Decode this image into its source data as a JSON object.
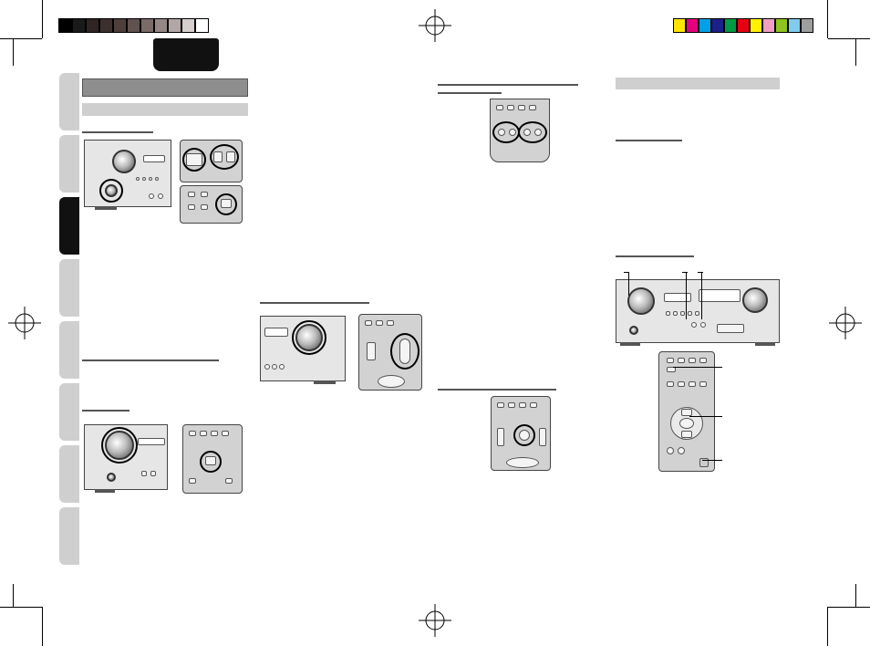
{
  "page": {
    "registration_marks": [
      "top-left",
      "top-center",
      "top-right",
      "left-middle",
      "right-middle",
      "bottom-left",
      "bottom-center",
      "bottom-right"
    ],
    "grayscale_swatches": [
      "#000000",
      "#1a1a1a",
      "#2e2524",
      "#3c302e",
      "#4d3f3c",
      "#615250",
      "#7a6b69",
      "#948785",
      "#b2a7a6",
      "#d6cfce",
      "#ffffff"
    ],
    "color_swatches": [
      "#ffe600",
      "#e4007f",
      "#00a0e9",
      "#1d2088",
      "#009944",
      "#e60012",
      "#fff100",
      "#f19ec2",
      "#8fc31f",
      "#7fccec",
      "#9e9e9e"
    ],
    "side_tabs": [
      {
        "state": "inactive"
      },
      {
        "state": "inactive"
      },
      {
        "state": "active"
      },
      {
        "state": "inactive"
      },
      {
        "state": "inactive"
      },
      {
        "state": "inactive"
      },
      {
        "state": "inactive"
      },
      {
        "state": "inactive"
      }
    ],
    "figures": [
      {
        "kind": "receiver-front",
        "highlight": "source-knob"
      },
      {
        "kind": "remote-detail",
        "highlight": "input-buttons"
      },
      {
        "kind": "remote-detail",
        "highlight": "menu-button"
      },
      {
        "kind": "receiver-front",
        "highlight": "volume-knob"
      },
      {
        "kind": "remote-detail",
        "highlight": "volume-rocker"
      },
      {
        "kind": "remote-detail",
        "highlight": "tone-buttons"
      },
      {
        "kind": "remote-detail",
        "highlight": "mute-button"
      },
      {
        "kind": "receiver-front",
        "highlight": "record-controls"
      },
      {
        "kind": "remote-full",
        "highlight": "navigation-keys"
      }
    ]
  }
}
